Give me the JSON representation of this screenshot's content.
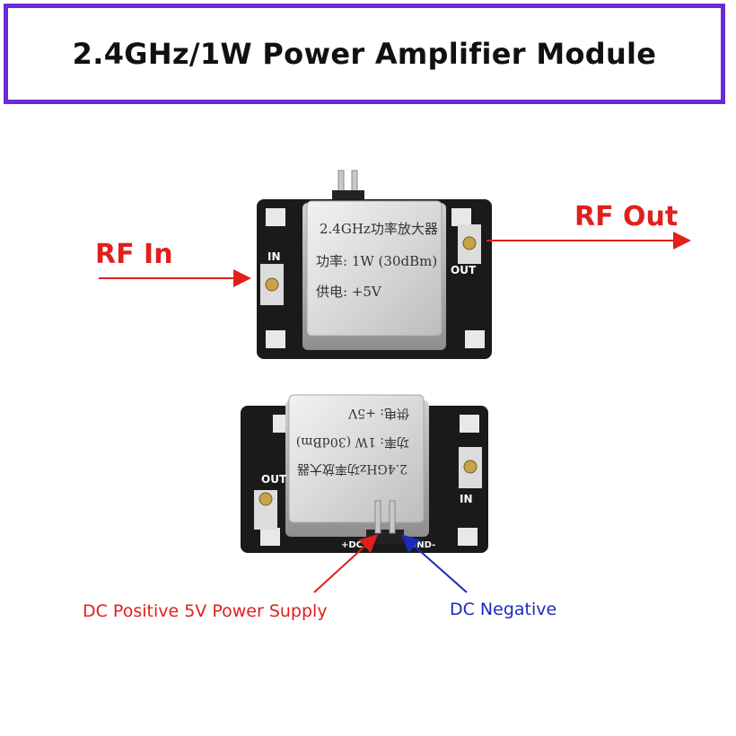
{
  "title": "2.4GHz/1W Power Amplifier Module",
  "labels": {
    "rf_in": "RF In",
    "rf_out": "RF Out",
    "dc_positive": "DC Positive 5V Power Supply",
    "dc_negative": "DC Negative"
  },
  "module_top": {
    "line1": "2.4GHz功率放大器",
    "line2": "功率: 1W (30dBm)",
    "line3": "供电: +5V",
    "port_in": "IN",
    "port_out": "OUT"
  },
  "module_bottom": {
    "line1": "2.4GHz功率放大器",
    "line2": "功率: 1W (30dBm)",
    "line3": "供电: +5V",
    "port_in": "IN",
    "port_out": "OUT",
    "pin_gnd": "GND-",
    "pin_dc": "+DC"
  },
  "colors": {
    "border": "#6a2bd6",
    "rf_label": "#e0201c",
    "dc_positive": "#e0201c",
    "dc_negative": "#1d2bb8"
  }
}
